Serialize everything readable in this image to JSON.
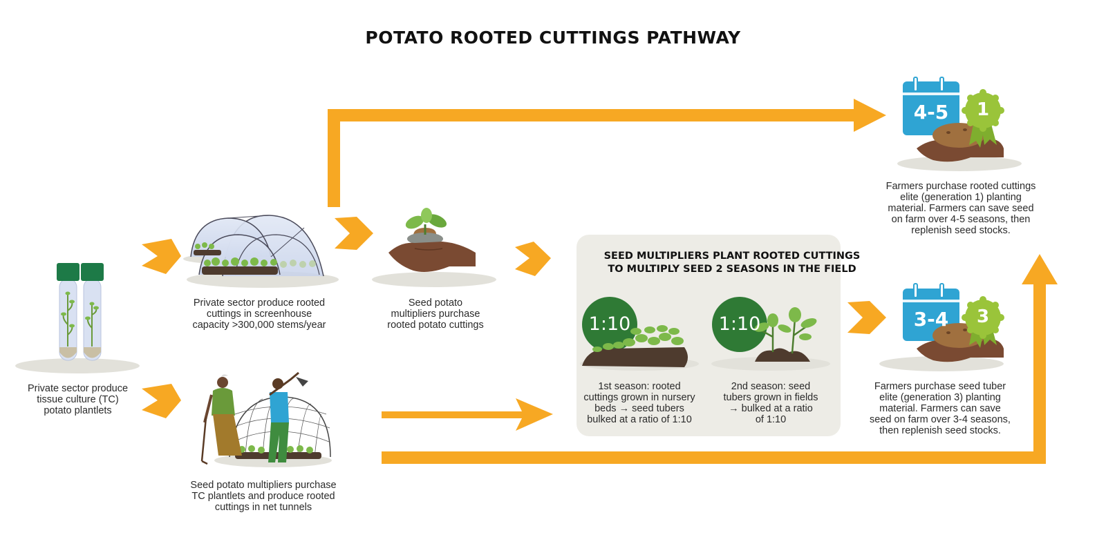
{
  "title": "POTATO ROOTED CUTTINGS PATHWAY",
  "colors": {
    "arrow": "#F7A823",
    "panel": "#EDECE6",
    "ground": "#E2E1DA",
    "tube_cap": "#1D7A47",
    "ratio_circle": "#2F7A35",
    "calendar": "#2FA4D3",
    "badge": "#9AC43A",
    "hand": "#7A4A32",
    "potato": "#A0703F",
    "leaf": "#7DB94A",
    "soil": "#4E3B2E"
  },
  "nodes": {
    "tc_plantlets": {
      "icon": "test-tube-icon",
      "caption": [
        "Private sector produce",
        "tissue culture (TC)",
        "potato plantlets"
      ]
    },
    "screenhouse": {
      "icon": "screenhouse-icon",
      "caption": [
        "Private sector produce rooted",
        "cuttings in screenhouse",
        "capacity >300,000 stems/year"
      ]
    },
    "net_tunnel": {
      "icon": "net-tunnel-farmers-icon",
      "caption": [
        "Seed potato multipliers purchase",
        "TC plantlets and produce rooted",
        "cuttings in net tunnels"
      ]
    },
    "multipliers_purchase": {
      "icon": "hand-seedling-icon",
      "caption": [
        "Seed potato",
        "multipliers purchase",
        "rooted potato cuttings"
      ]
    },
    "field_panel": {
      "title": [
        "SEED MULTIPLIERS PLANT ROOTED CUTTINGS",
        "TO MULTIPLY SEED 2 SEASONS IN THE FIELD"
      ],
      "season1": {
        "ratio": "1:10",
        "icon": "nursery-bed-icon",
        "caption": [
          "1st season: rooted",
          "cuttings grown in nursery",
          "beds → seed tubers",
          "bulked at a ratio of 1:10"
        ]
      },
      "season2": {
        "ratio": "1:10",
        "icon": "field-plants-icon",
        "caption": [
          "2nd season: seed",
          "tubers grown in fields",
          "→ bulked at a ratio",
          "of 1:10"
        ]
      }
    },
    "farmers_gen1": {
      "calendar": "4-5",
      "badge": "1",
      "icon": "calendar-potato-badge-icon",
      "caption": [
        "Farmers purchase rooted cuttings",
        "elite (generation 1) planting",
        "material. Farmers can save seed",
        "on farm over 4-5 seasons, then",
        "replenish seed stocks."
      ]
    },
    "farmers_gen3": {
      "calendar": "3-4",
      "badge": "3",
      "icon": "calendar-potato-badge-icon",
      "caption": [
        "Farmers purchase seed tuber",
        "elite (generation 3) planting",
        "material. Farmers can save",
        "seed on farm over 3-4 seasons,",
        "then replenish seed stocks."
      ]
    }
  }
}
